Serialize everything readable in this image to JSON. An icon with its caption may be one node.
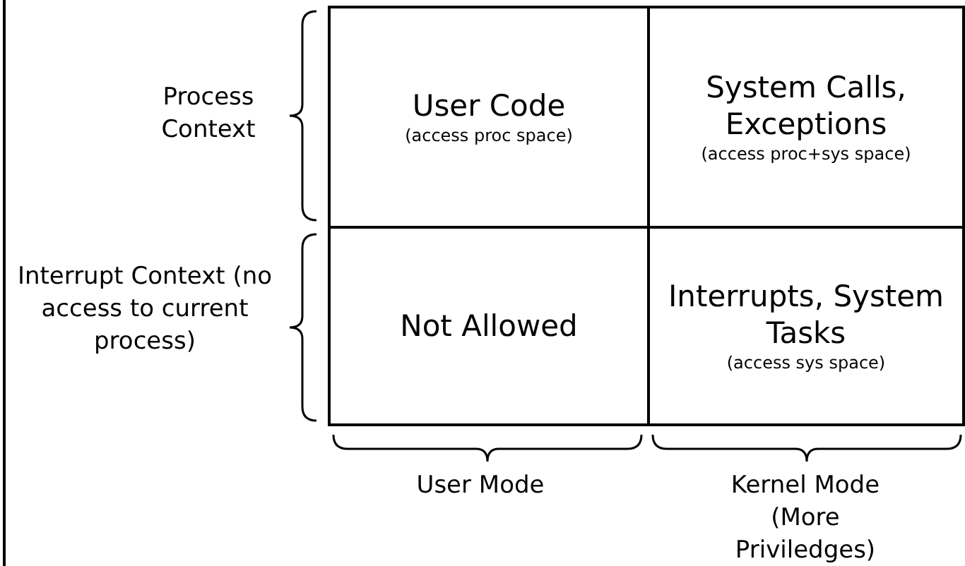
{
  "diagram": {
    "nodes": [
      {
        "text": [
          "User Code",
          "(access proc space)"
        ]
      },
      {
        "text": [
          "System Calls, Exceptions",
          "(access proc+sys space)"
        ]
      },
      {
        "text": [
          "Not Allowed"
        ]
      },
      {
        "text": [
          "Interrupts, System Tasks",
          "(access sys space)"
        ]
      }
    ],
    "labels": [
      "Process Context",
      "Interrupt Context (no access to current process)",
      "User Mode",
      "Kernel Mode (More Priviledges)"
    ]
  }
}
